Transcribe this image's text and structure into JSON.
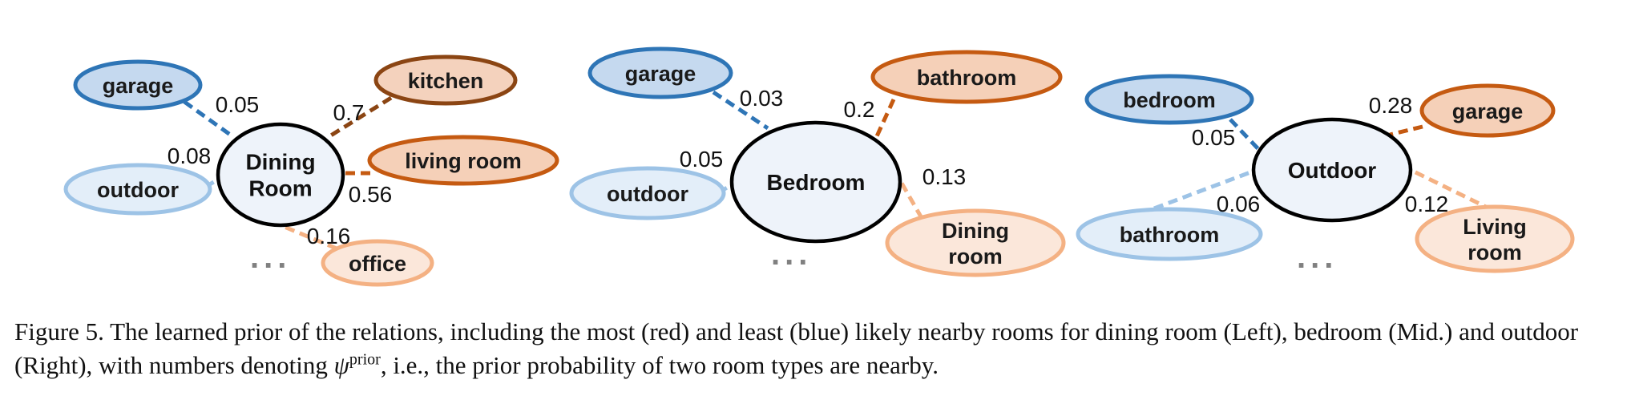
{
  "colors": {
    "most_likely_dark": "#8b4513",
    "most_likely": "#c55a11",
    "most_likely_light": "#f4b183",
    "least_likely_dark": "#2e75b6",
    "least_likely_light": "#9dc3e6",
    "center_fill": "#eef3fa",
    "center_stroke": "#000000"
  },
  "panels": [
    {
      "center": "Dining Room",
      "center_lines": [
        "Dining",
        "Room"
      ],
      "neighbors": [
        {
          "lines": [
            "garage"
          ],
          "weight": "0.05",
          "tone": "blue-dark"
        },
        {
          "lines": [
            "outdoor"
          ],
          "weight": "0.08",
          "tone": "blue-light"
        },
        {
          "lines": [
            "kitchen"
          ],
          "weight": "0.7",
          "tone": "red-dark"
        },
        {
          "lines": [
            "living room"
          ],
          "weight": "0.56",
          "tone": "red"
        },
        {
          "lines": [
            "office"
          ],
          "weight": "0.16",
          "tone": "red-light"
        }
      ],
      "ellipsis": "..."
    },
    {
      "center": "Bedroom",
      "center_lines": [
        "Bedroom"
      ],
      "neighbors": [
        {
          "lines": [
            "garage"
          ],
          "weight": "0.03",
          "tone": "blue-dark"
        },
        {
          "lines": [
            "outdoor"
          ],
          "weight": "0.05",
          "tone": "blue-light"
        },
        {
          "lines": [
            "bathroom"
          ],
          "weight": "0.2",
          "tone": "red"
        },
        {
          "lines": [
            "Dining",
            "room"
          ],
          "weight": "0.13",
          "tone": "red-light"
        }
      ],
      "ellipsis": "..."
    },
    {
      "center": "Outdoor",
      "center_lines": [
        "Outdoor"
      ],
      "neighbors": [
        {
          "lines": [
            "bedroom"
          ],
          "weight": "0.05",
          "tone": "blue-dark"
        },
        {
          "lines": [
            "bathroom"
          ],
          "weight": "0.06",
          "tone": "blue-light"
        },
        {
          "lines": [
            "garage"
          ],
          "weight": "0.28",
          "tone": "red"
        },
        {
          "lines": [
            "Living",
            "room"
          ],
          "weight": "0.12",
          "tone": "red-light"
        }
      ],
      "ellipsis": "..."
    }
  ],
  "caption": {
    "text_before": "Figure 5. The learned prior of the relations, including the most (red) and least (blue) likely nearby rooms for dining room (Left), bedroom (Mid.) and outdoor (Right), with numbers denoting ",
    "symbol": "ψ",
    "superscript": "prior",
    "text_after": ", i.e., the prior probability of two room types are nearby."
  }
}
